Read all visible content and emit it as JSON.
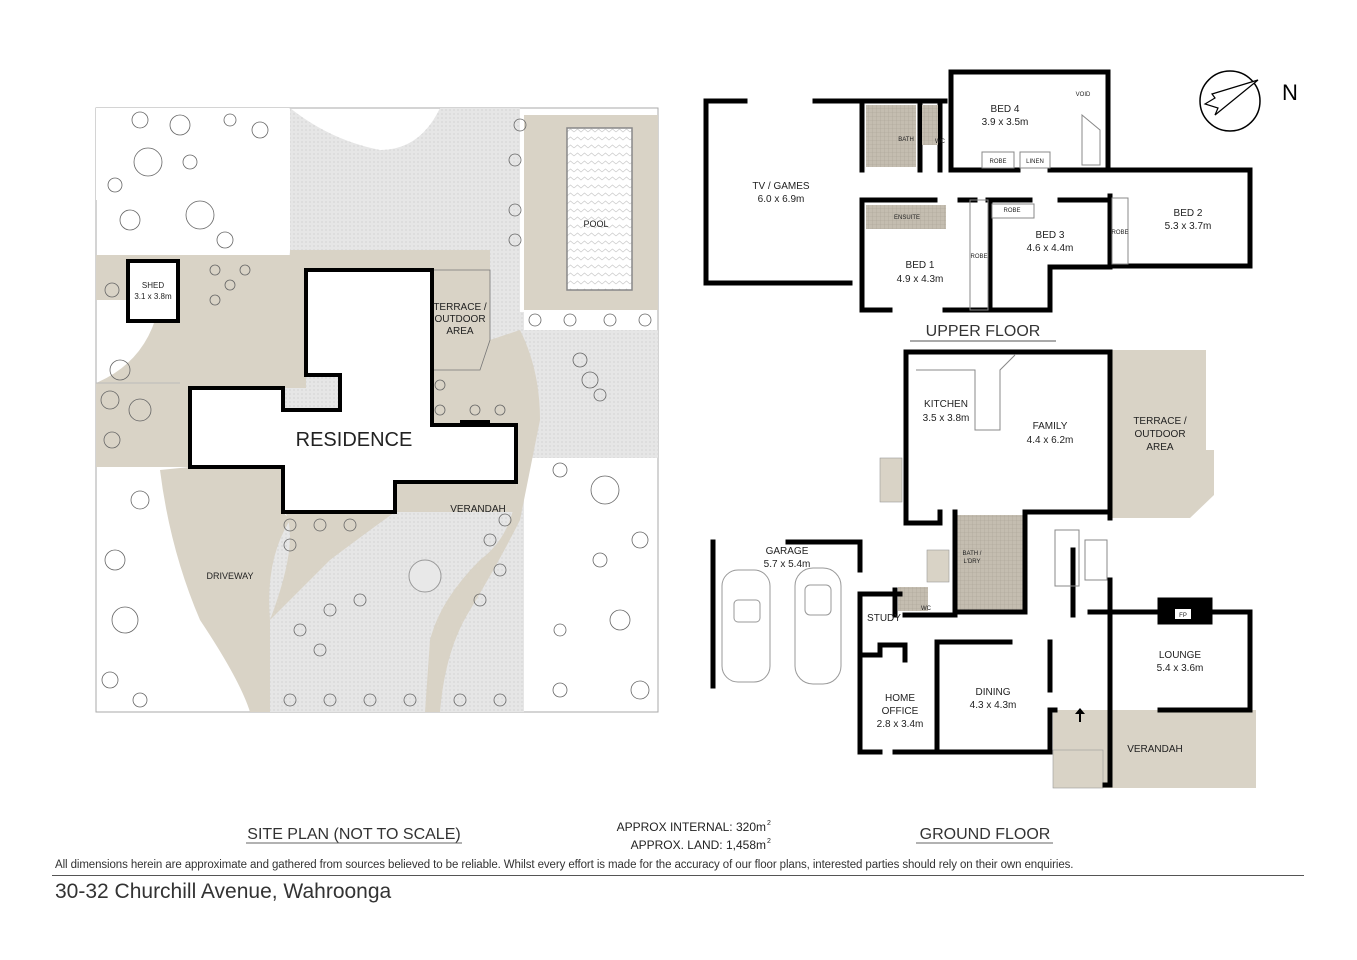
{
  "site_plan": {
    "title": "SITE PLAN (NOT TO SCALE)",
    "labels": {
      "residence": "RESIDENCE",
      "pool": "POOL",
      "shed": "SHED",
      "shed_dim": "3.1 x 3.8m",
      "terrace_1": "TERRACE /",
      "terrace_2": "OUTDOOR",
      "terrace_3": "AREA",
      "verandah": "VERANDAH",
      "driveway": "DRIVEWAY"
    }
  },
  "upper_floor": {
    "title": "UPPER FLOOR",
    "rooms": {
      "tv_games": {
        "name": "TV / GAMES",
        "dim": "6.0 x 6.9m"
      },
      "bed4": {
        "name": "BED 4",
        "dim": "3.9 x 3.5m"
      },
      "bed1": {
        "name": "BED 1",
        "dim": "4.9 x 4.3m"
      },
      "bed3": {
        "name": "BED 3",
        "dim": "4.6 x 4.4m"
      },
      "bed2": {
        "name": "BED 2",
        "dim": "5.3 x 3.7m"
      },
      "bath": "BATH",
      "wc": "WC",
      "ensuite": "ENSUITE",
      "void": "VOID",
      "robe": "ROBE",
      "linen": "LINEN"
    }
  },
  "ground_floor": {
    "title": "GROUND FLOOR",
    "rooms": {
      "kitchen": {
        "name": "KITCHEN",
        "dim": "3.5 x 3.8m"
      },
      "family": {
        "name": "FAMILY",
        "dim": "4.4 x 6.2m"
      },
      "terrace": [
        "TERRACE /",
        "OUTDOOR",
        "AREA"
      ],
      "garage": {
        "name": "GARAGE",
        "dim": "5.7 x 5.4m"
      },
      "bath_ldry": [
        "BATH /",
        "L'DRY"
      ],
      "wc": "WC",
      "study": "STUDY",
      "home_office": {
        "name1": "HOME",
        "name2": "OFFICE",
        "dim": "2.8 x 3.4m"
      },
      "dining": {
        "name": "DINING",
        "dim": "4.3 x 4.3m"
      },
      "lounge": {
        "name": "LOUNGE",
        "dim": "5.4 x 3.6m"
      },
      "fp": "FP",
      "verandah": "VERANDAH"
    }
  },
  "areas": {
    "internal": "APPROX INTERNAL:  320m",
    "land": "APPROX. LAND:  1,458m",
    "sup": "2"
  },
  "compass": {
    "label": "N"
  },
  "disclaimer": "All dimensions herein are approximate and gathered from sources believed to be reliable. Whilst every effort is made for the accuracy of our floor plans, interested parties should rely on their own enquiries.",
  "address": "30-32 Churchill Avenue, Wahroonga",
  "colors": {
    "paving": "#d9d3c6",
    "lawn": "#e4e4e4",
    "wall": "#000000",
    "wet_area": "#bdb6a8"
  }
}
